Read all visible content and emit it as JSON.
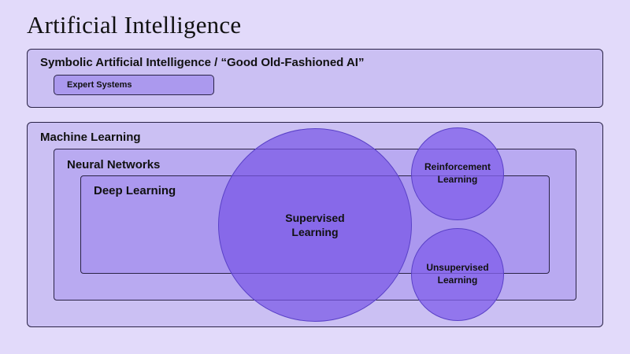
{
  "title": "Artificial Intelligence",
  "symbolic": {
    "label": "Symbolic Artificial Intelligence / “Good Old-Fashioned AI”",
    "expert_systems": "Expert Systems"
  },
  "machine_learning": {
    "label": "Machine Learning",
    "neural_networks": {
      "label": "Neural Networks",
      "deep_learning": "Deep Learning"
    },
    "paradigms": {
      "supervised": "Supervised\nLearning",
      "reinforcement": "Reinforcement\nLearning",
      "unsupervised": "Unsupervised\nLearning"
    }
  },
  "colors": {
    "background": "#e2dafa",
    "box": "#cbc0f3",
    "circle": "#7858e6"
  }
}
